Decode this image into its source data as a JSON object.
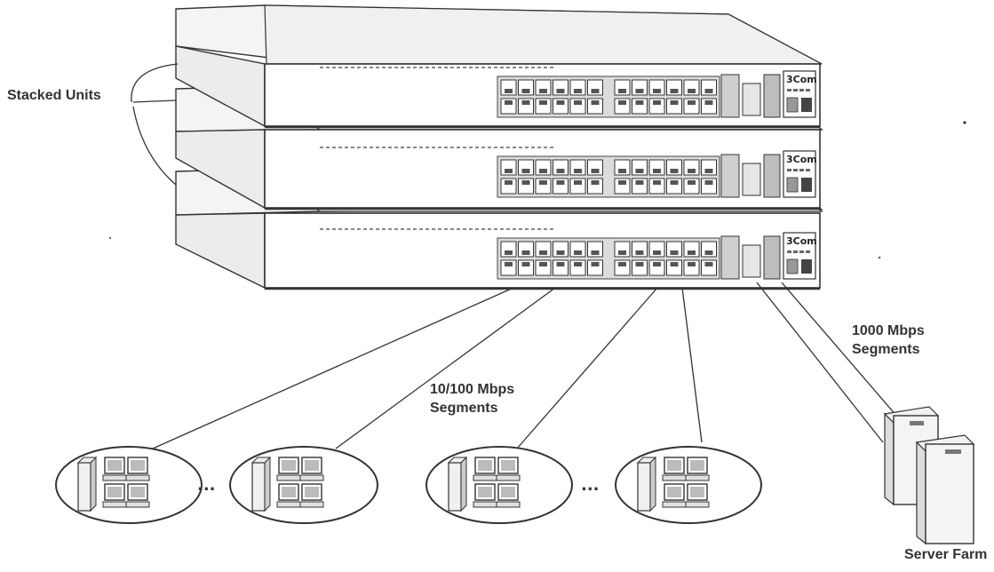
{
  "labels": {
    "stacked_units": "Stacked Units",
    "fast_segments_line1": "10/100 Mbps",
    "fast_segments_line2": "Segments",
    "gigabit_segments_line1": "1000 Mbps",
    "gigabit_segments_line2": "Segments",
    "server_farm": "Server Farm"
  },
  "switch_brand": "3Com",
  "ellipsis": "...",
  "colors": {
    "line": "#333333",
    "unit_top": "#f2f2f2",
    "unit_front": "#ffffff",
    "port_panel": "#d9d9d9",
    "server_body": "#e8e8e8"
  }
}
